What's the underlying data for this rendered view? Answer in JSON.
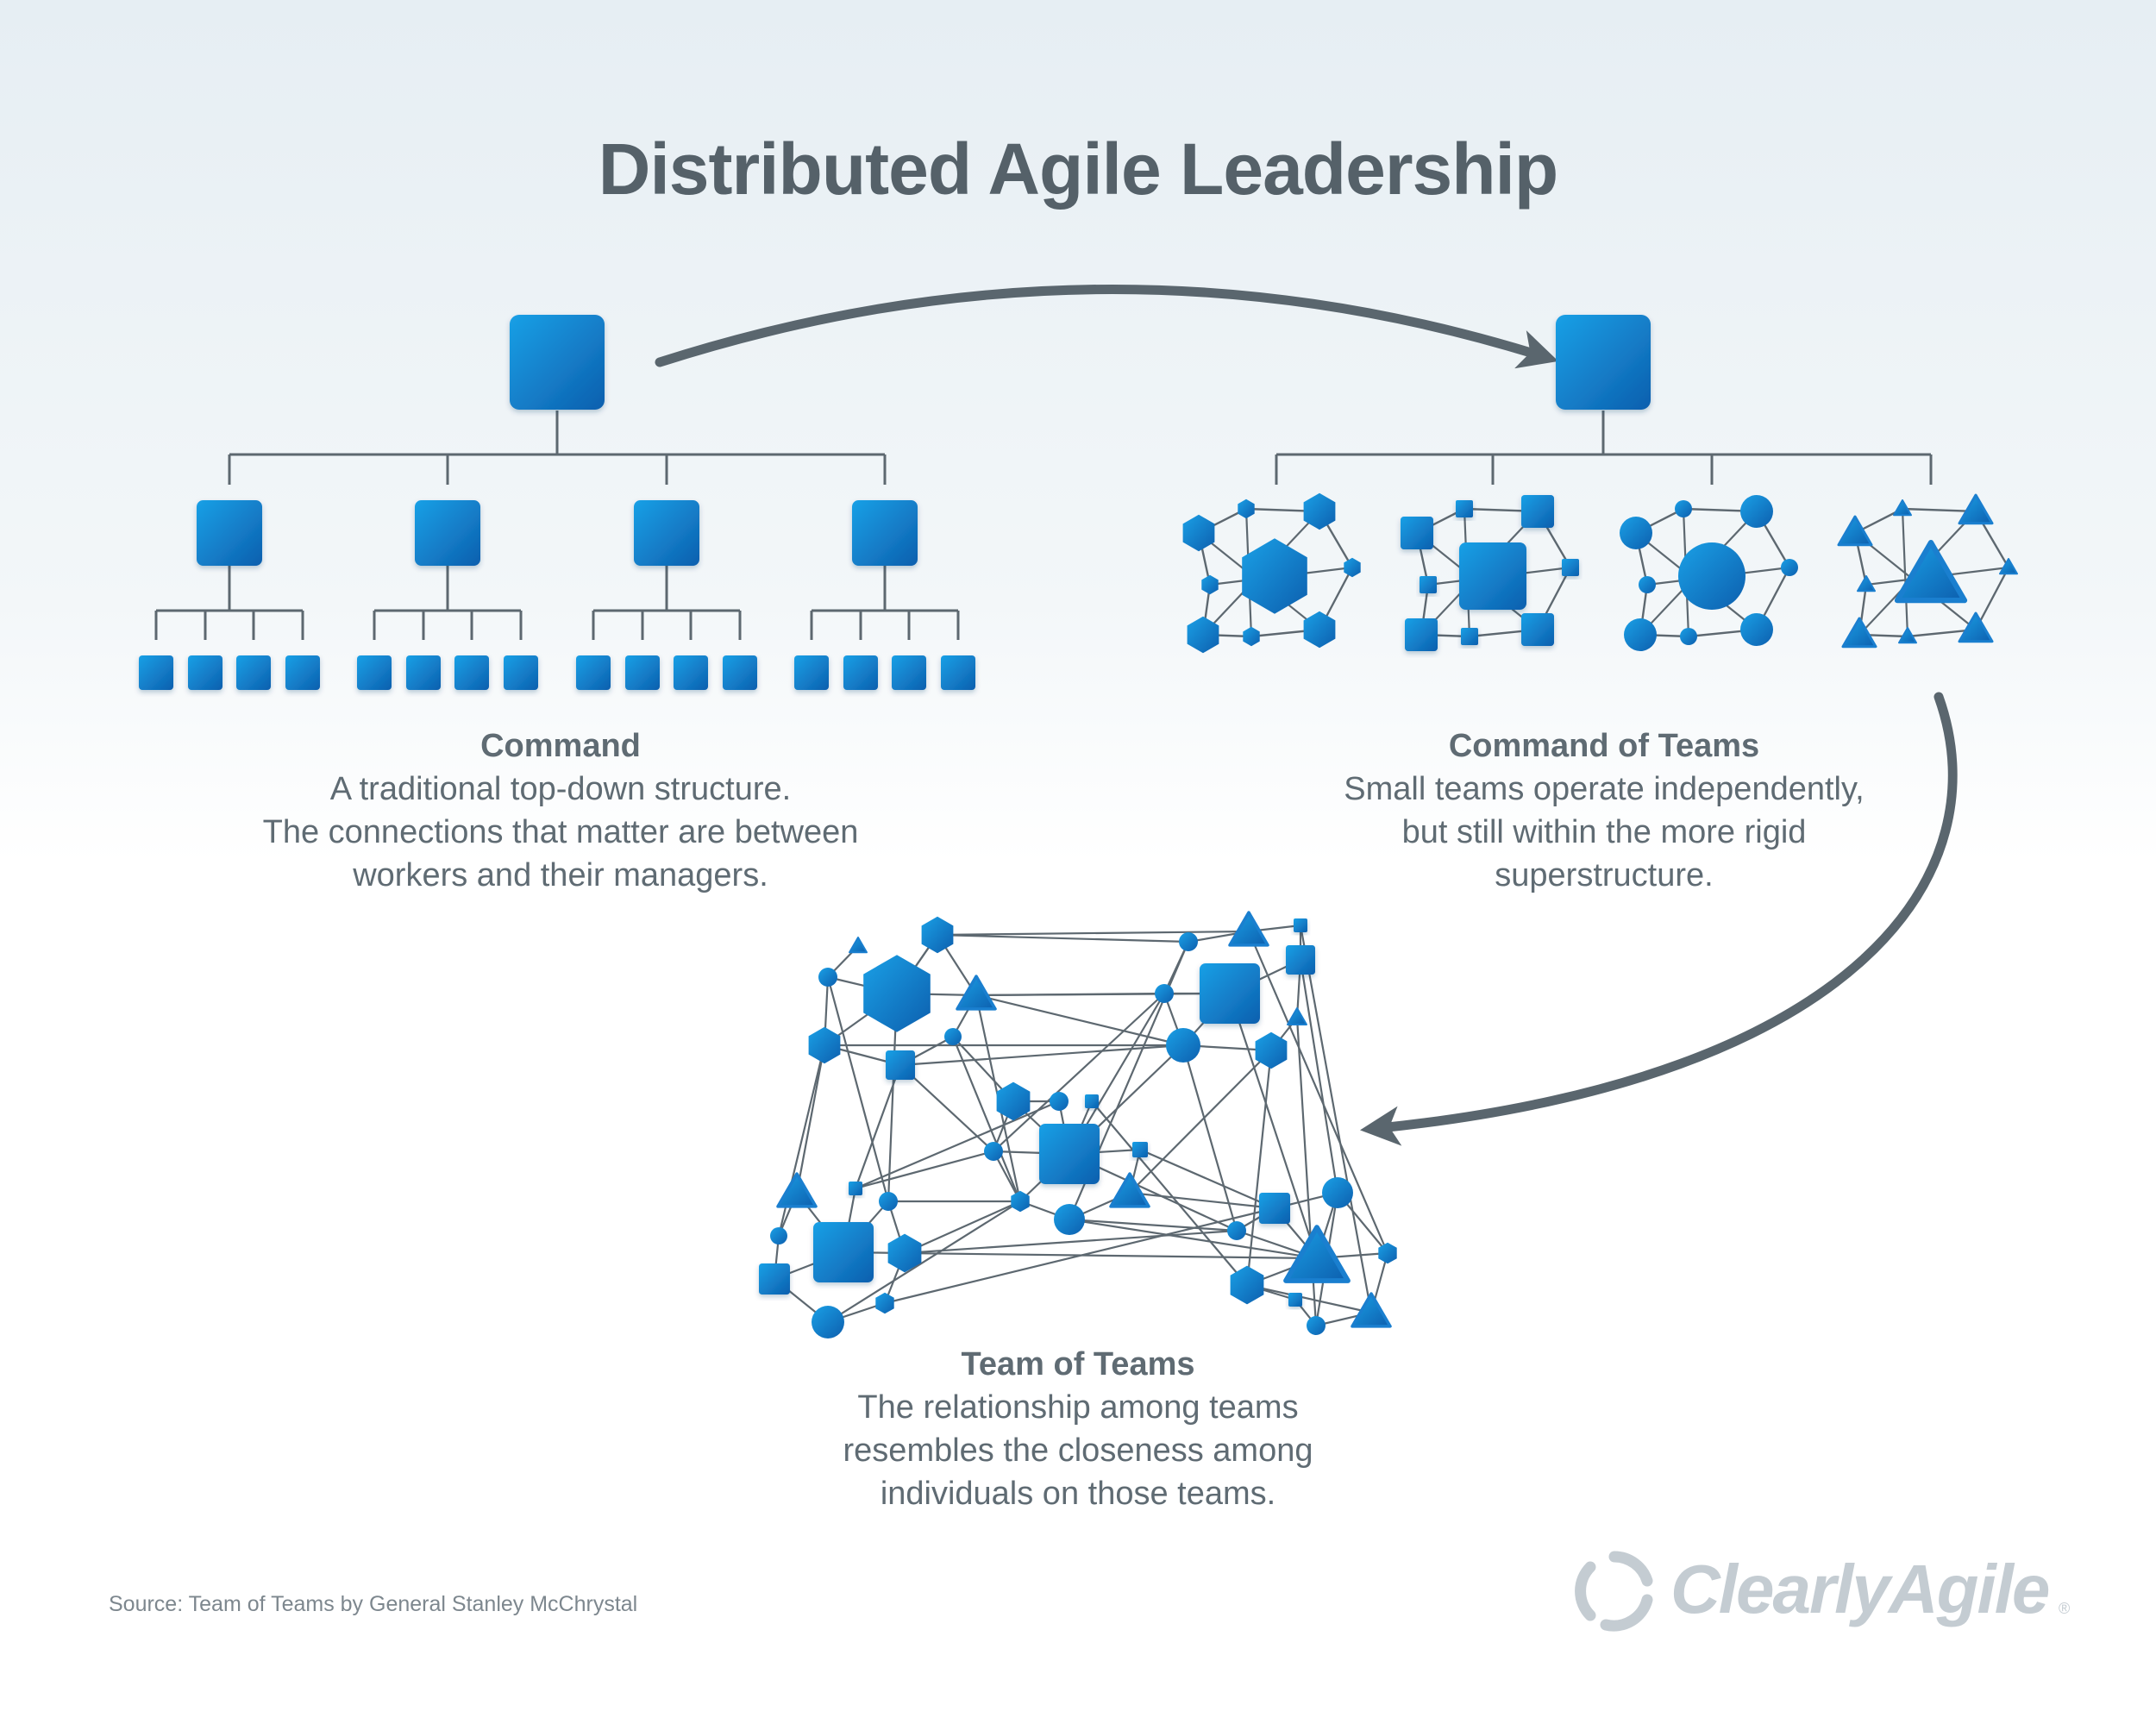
{
  "title": "Distributed Agile Leadership",
  "captions": {
    "command": {
      "heading": "Command",
      "lines": [
        "A traditional top-down structure.",
        "The connections that matter are between",
        "workers and their managers."
      ]
    },
    "command_of_teams": {
      "heading": "Command of Teams",
      "lines": [
        "Small teams operate independently,",
        "but still within the more rigid",
        "superstructure."
      ]
    },
    "team_of_teams": {
      "heading": "Team of Teams",
      "lines": [
        "The relationship among teams",
        "resembles the closeness among",
        "individuals on those teams."
      ]
    }
  },
  "source": "Source: Team of Teams by General Stanley McChrystal",
  "logo": {
    "text": "ClearlyAgile",
    "registered": "®"
  },
  "colors": {
    "node_light": "#1aa0e6",
    "node_dark": "#0d5fae",
    "connector": "#5d6870",
    "arrow": "#5a666e",
    "logo": "#c4ccd2"
  },
  "icons": {
    "logo_mark": "circular-arrows-icon",
    "node_shapes": [
      "square",
      "hexagon",
      "circle",
      "triangle"
    ]
  }
}
